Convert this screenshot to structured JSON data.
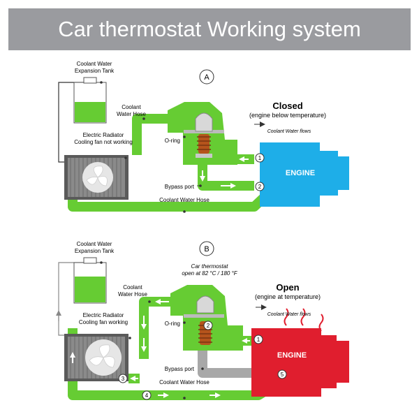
{
  "title": "Car thermostat Working system",
  "colors": {
    "banner": "#9a9b9f",
    "coolant_green": "#66cc33",
    "engine_closed": "#1eaee8",
    "engine_open": "#e01e2e",
    "bypass_gray": "#a8a8a8",
    "thermostat_spring": "#b5541c"
  },
  "panels": [
    {
      "id": "A",
      "label": "A",
      "state_title": "Closed",
      "state_subtitle": "(engine below temperature)",
      "flow_label": "Coolant Water flows",
      "engine_label": "ENGINE",
      "thermostat_caption": "",
      "labels": {
        "expansion_tank": [
          "Coolant Water",
          "Expansion Tank"
        ],
        "hose": [
          "Coolant",
          "Water Hose"
        ],
        "radiator": [
          "Electric Radiator",
          "Cooling fan not working"
        ],
        "o_ring": "O-ring",
        "bypass_port": "Bypass port",
        "bottom_hose": "Coolant Water Hose"
      },
      "markers": [
        "1",
        "2"
      ]
    },
    {
      "id": "B",
      "label": "B",
      "state_title": "Open",
      "state_subtitle": "(engine at temperature)",
      "flow_label": "Coolant Water flows",
      "engine_label": "ENGINE",
      "thermostat_caption": [
        "Car thermostat",
        "open at  82 °C / 180 °F"
      ],
      "labels": {
        "expansion_tank": [
          "Coolant Water",
          "Expansion Tank"
        ],
        "hose": [
          "Coolant",
          "Water Hose"
        ],
        "radiator": [
          "Electric Radiator",
          "Cooling fan working"
        ],
        "o_ring": "O-ring",
        "bypass_port": "Bypass port",
        "bottom_hose": "Coolant Water Hose"
      },
      "markers": [
        "1",
        "2",
        "3",
        "4",
        "5"
      ]
    }
  ]
}
